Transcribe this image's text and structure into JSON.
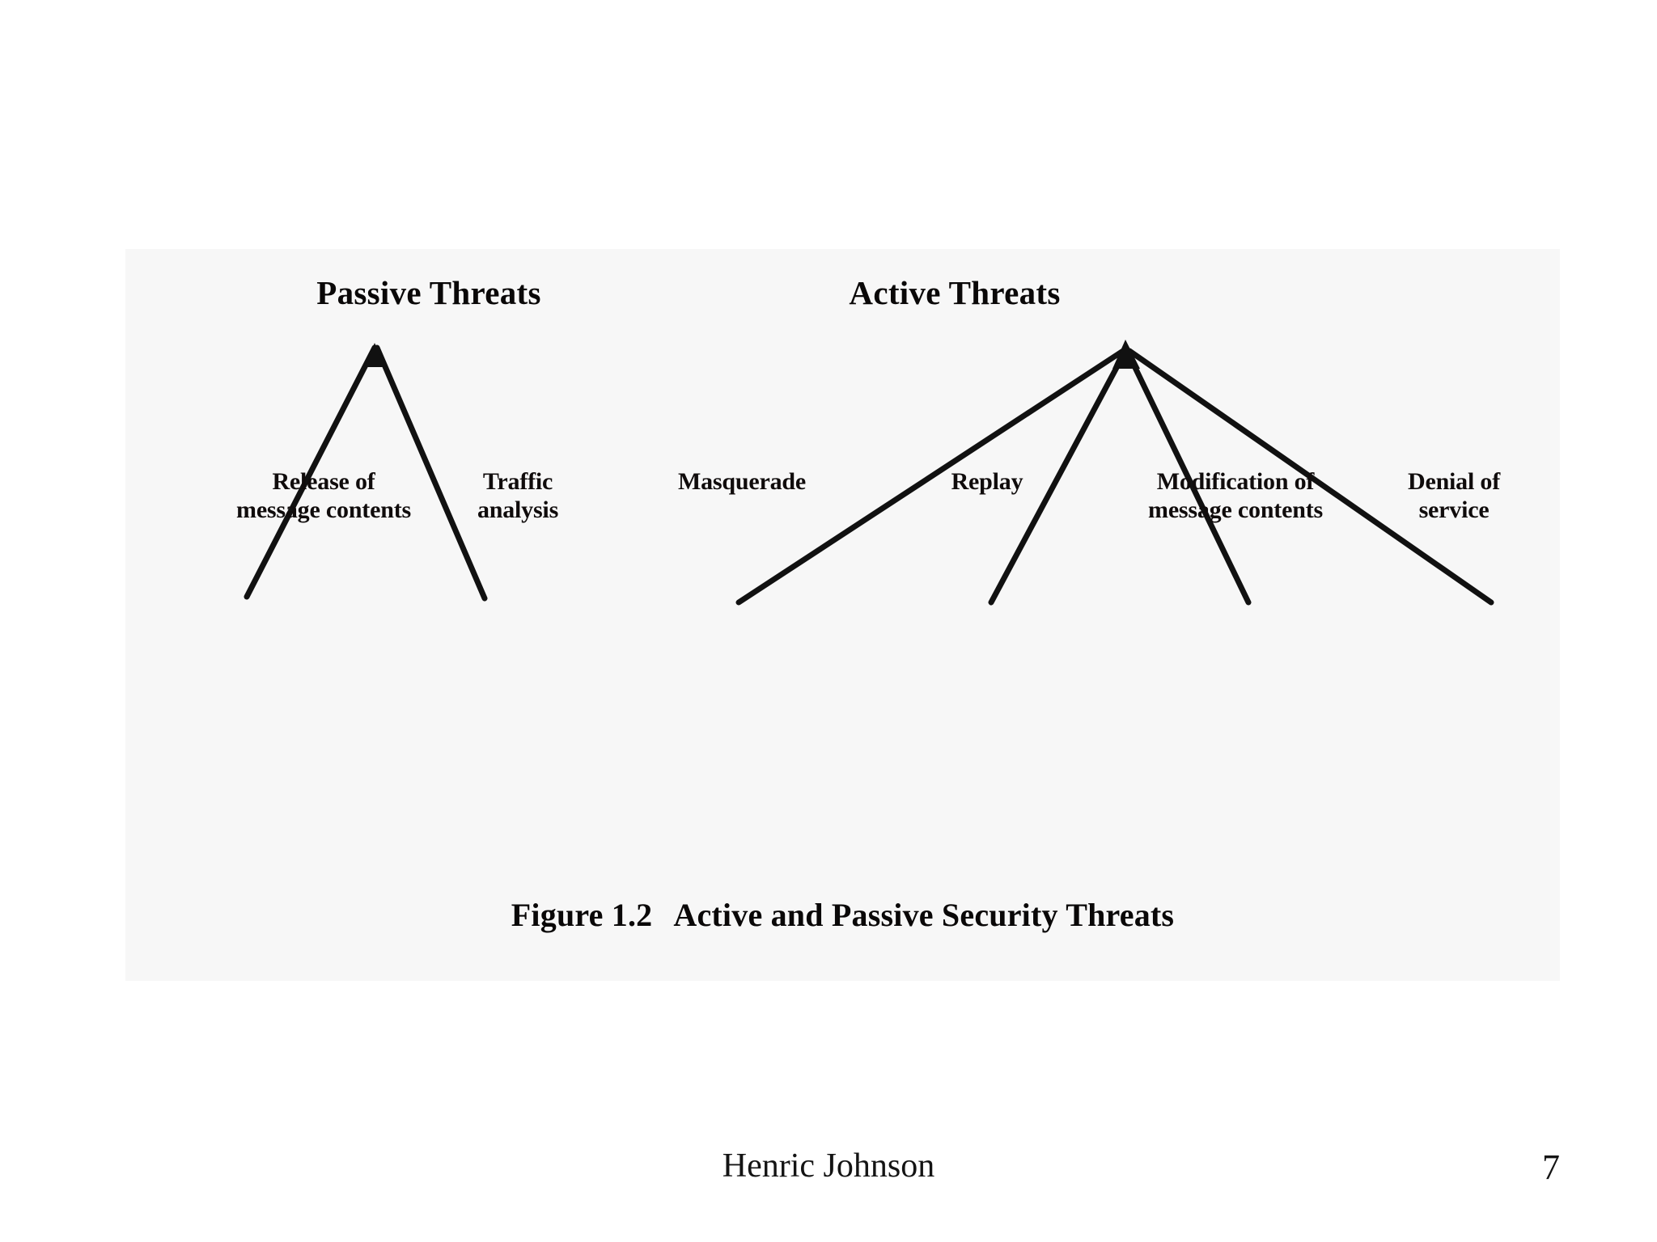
{
  "slide": {
    "background_color": "#ffffff",
    "ink_color": "#000000"
  },
  "figure": {
    "background_color": "#f7f7f7",
    "caption_number": "Figure 1.2",
    "caption_text": "Active and Passive Security Threats",
    "groups": [
      {
        "id": "passive",
        "title": "Passive Threats",
        "leaves": [
          {
            "line1": "Release of",
            "line2": "message contents"
          },
          {
            "line1": "Traffic",
            "line2": "analysis"
          }
        ]
      },
      {
        "id": "active",
        "title": "Active Threats",
        "leaves": [
          {
            "line1": "Masquerade",
            "line2": ""
          },
          {
            "line1": "Replay",
            "line2": ""
          },
          {
            "line1": "Modification of",
            "line2": "message contents"
          },
          {
            "line1": "Denial of",
            "line2": "service"
          }
        ]
      }
    ]
  },
  "footer": {
    "author": "Henric Johnson",
    "page_number": "7"
  }
}
